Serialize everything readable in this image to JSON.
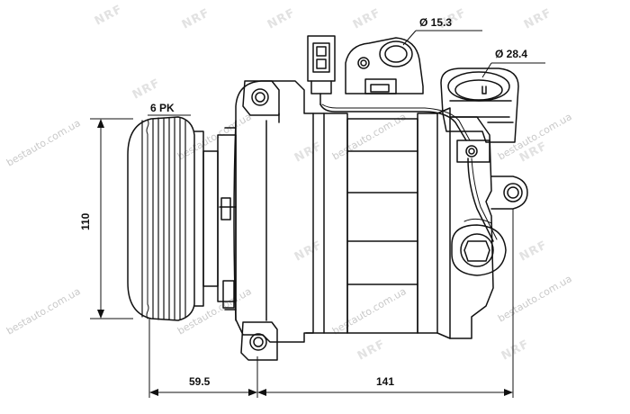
{
  "diagram": {
    "dimensions": {
      "pipe_small": "Ø 15.3",
      "pipe_large": "Ø 28.4",
      "pulley_grooves": "6 PK",
      "height": "110",
      "pulley_offset": "59.5",
      "body_length": "141"
    },
    "watermarks": {
      "site": "bestauto.com.ua",
      "brand": "NRF"
    }
  }
}
